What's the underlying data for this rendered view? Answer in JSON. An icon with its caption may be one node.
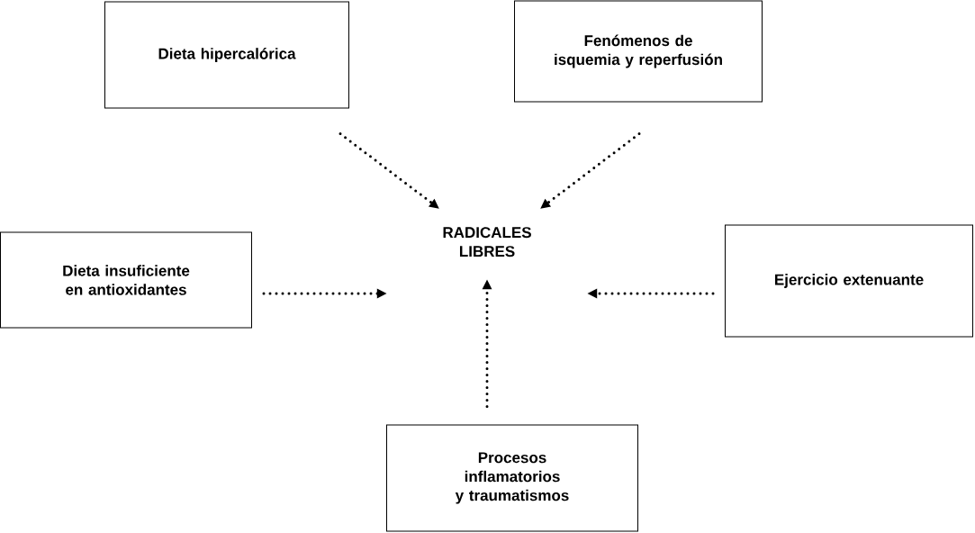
{
  "diagram": {
    "nodes": [
      {
        "text": [
          "Dieta hipercalórica"
        ]
      },
      {
        "text": [
          "Fenómenos de isquemia y reperfusión"
        ]
      },
      {
        "text": [
          "Dieta insuficiente en antioxidantes"
        ]
      },
      {
        "text": [
          "RADICALES LIBRES"
        ]
      },
      {
        "text": [
          "Ejercicio extenuante"
        ]
      },
      {
        "text": [
          "Procesos inflamatorios y traumatismos"
        ]
      }
    ],
    "edges": [
      {
        "from": 0,
        "to": 3,
        "arrow": "to"
      },
      {
        "from": 1,
        "to": 3,
        "arrow": "to"
      },
      {
        "from": 2,
        "to": 3,
        "arrow": "to"
      },
      {
        "from": 4,
        "to": 3,
        "arrow": "to"
      },
      {
        "from": 5,
        "to": 3,
        "arrow": "to"
      }
    ]
  }
}
